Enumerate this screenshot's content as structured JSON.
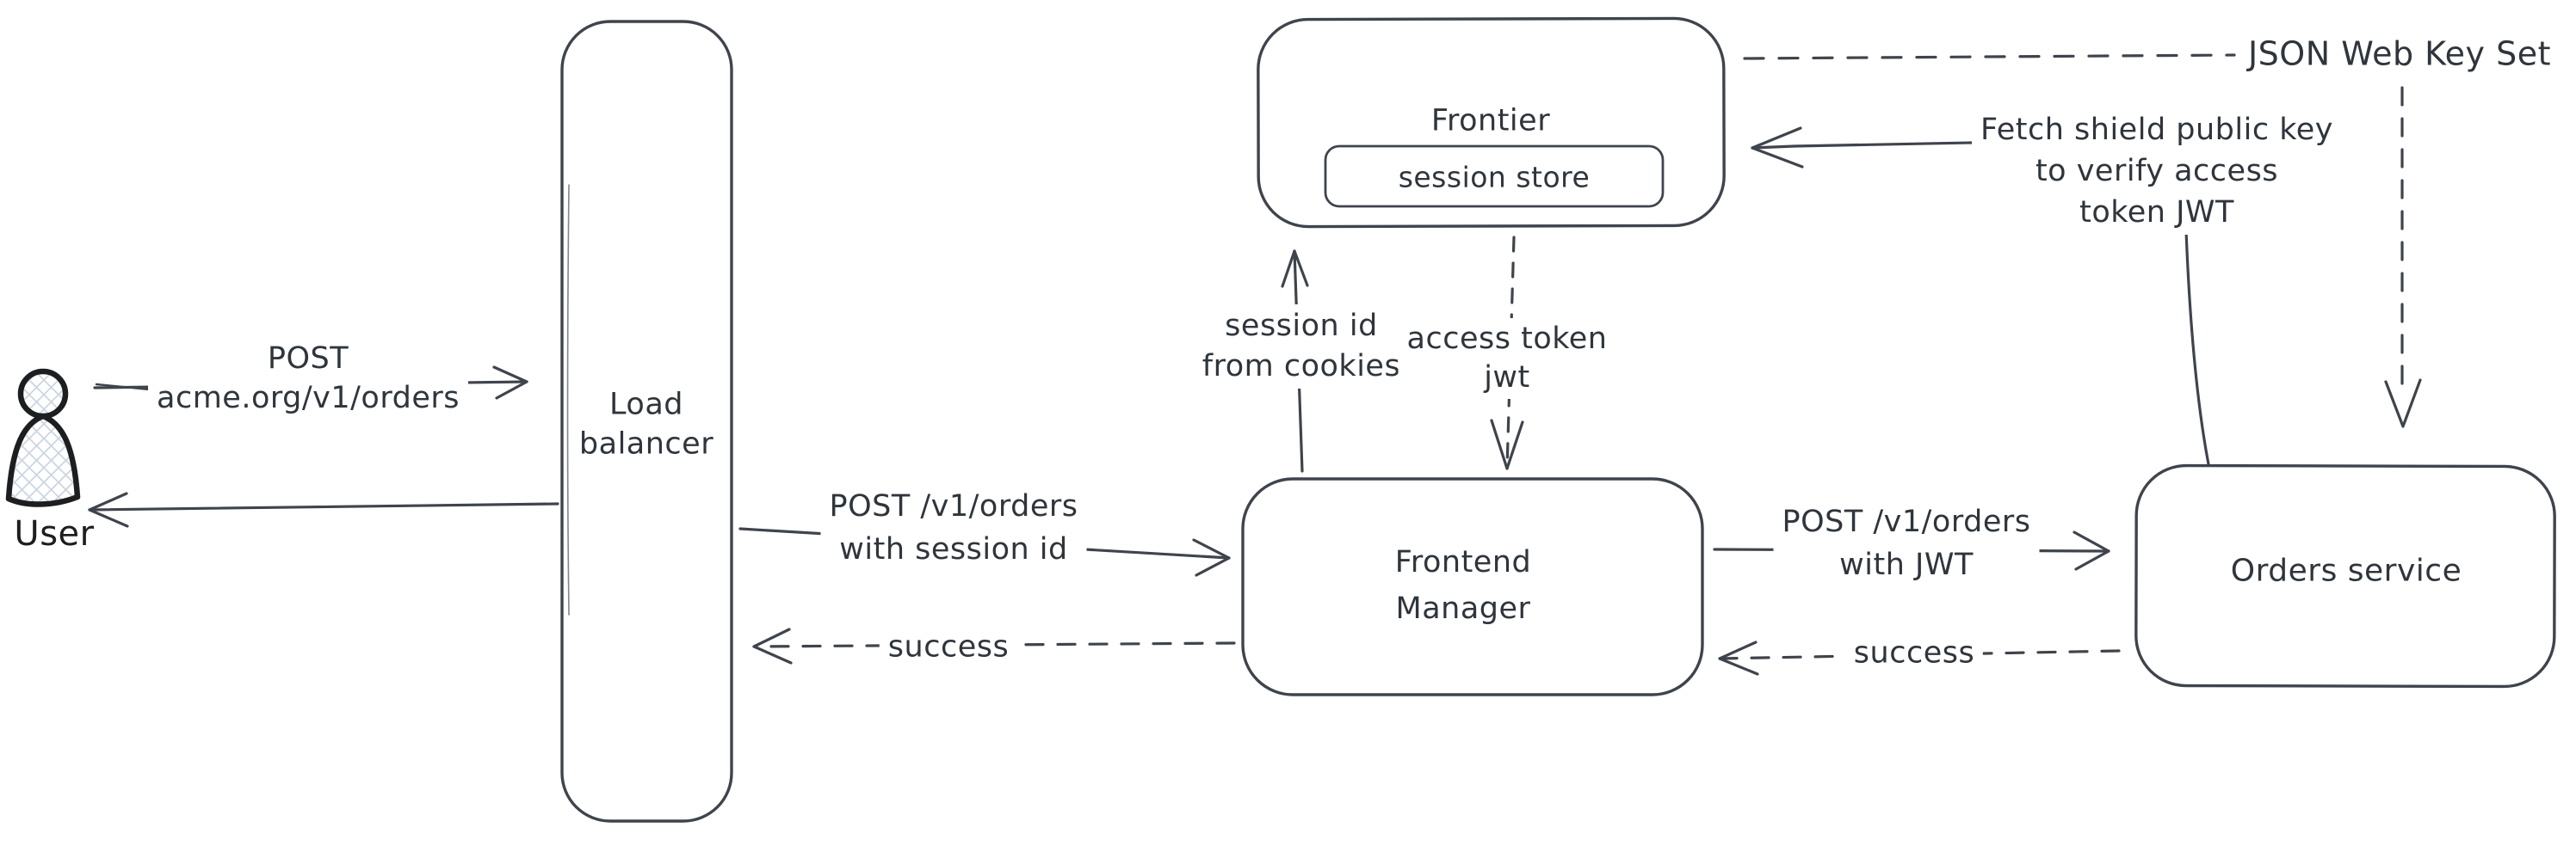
{
  "colors": {
    "stroke": "#3f444c",
    "text": "#2f353c",
    "user_outline": "#1d1e20",
    "crosshatch_fill_lines": "#ccd6e1",
    "background": "#ffffff"
  },
  "nodes": {
    "user": {
      "label": "User"
    },
    "load_balancer": {
      "line1": "Load",
      "line2": "balancer"
    },
    "frontier": {
      "label": "Frontier"
    },
    "session_store": {
      "label": "session store"
    },
    "frontend_manager": {
      "line1": "Frontend",
      "line2": "Manager"
    },
    "orders_service": {
      "label": "Orders service"
    }
  },
  "edges": {
    "user_to_lb": {
      "line1": "POST",
      "line2": "acme.org/v1/orders"
    },
    "lb_to_fm": {
      "line1": "POST /v1/orders",
      "line2": "with session id"
    },
    "fm_to_lb_success": {
      "label": "success"
    },
    "fm_to_frontier": {
      "line1": "session id",
      "line2": "from cookies"
    },
    "frontier_to_fm": {
      "line1": "access token",
      "line2": "jwt"
    },
    "fm_to_orders": {
      "line1": "POST /v1/orders",
      "line2": "with JWT"
    },
    "orders_to_fm_success": {
      "label": "success"
    },
    "orders_to_frontier_fetch": {
      "line1": "Fetch shield public key",
      "line2": "to verify access",
      "line3": "token JWT"
    },
    "jwks": {
      "label": "JSON Web Key Set"
    }
  }
}
